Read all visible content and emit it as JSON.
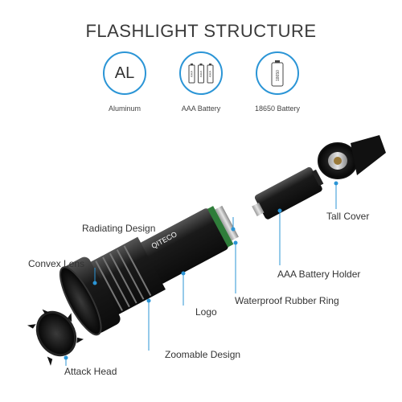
{
  "title": "FLASHLIGHT STRUCTURE",
  "badges": [
    {
      "label": "Aluminum",
      "text": "AL"
    },
    {
      "label": "AAA Battery",
      "text": "AAA"
    },
    {
      "label": "18650 Battery",
      "text": "18650"
    }
  ],
  "brand": "QITECO",
  "callouts": {
    "radiating": "Radiating Design",
    "tall_cover": "Tall Cover",
    "convex_lens": "Convex Lens",
    "aaa_holder": "AAA Battery Holder",
    "logo": "Logo",
    "rubber_ring": "Waterproof Rubber Ring",
    "zoomable": "Zoomable Design",
    "attack_head": "Attack Head"
  },
  "colors": {
    "accent": "#2b95d6",
    "body": "#1c1c1c",
    "leader": "#2b95d6"
  }
}
